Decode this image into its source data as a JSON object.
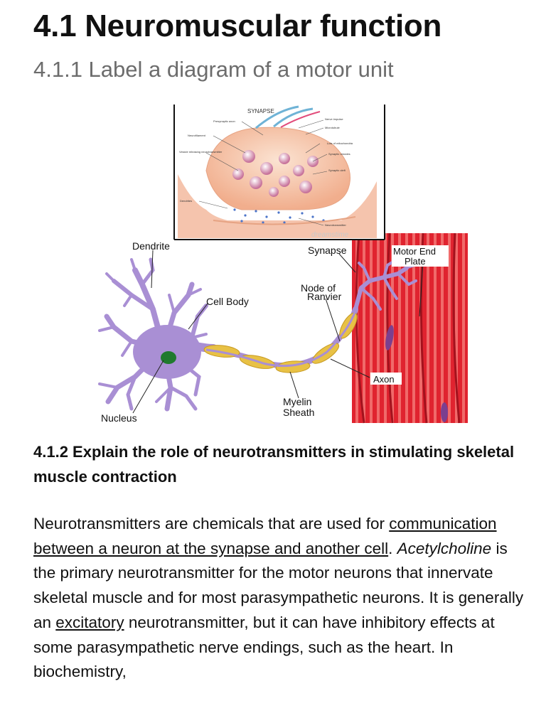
{
  "heading": "4.1 Neuromuscular function",
  "subheading": "4.1.1 Label a diagram of a motor unit",
  "figure": {
    "inset_title": "SYNAPSE",
    "inset_labels": {
      "nerve_impulse": "Nerve impulse",
      "presynaptic_axon": "Presynaptic axon",
      "microtubule": "Microtubule",
      "neurofilament": "Neurofilament",
      "mitochondria": "Lots of mitochondria",
      "vesicle_releasing": "Vesicle releasing neurotransmitter",
      "synaptic_vesicles": "Synaptic vesicles",
      "synaptic_cleft": "Synaptic cleft",
      "dendrites": "Dendrites",
      "neurotransmitter": "Neurotransmitter",
      "watermark": "dreamstime"
    },
    "labels": {
      "dendrite": "Dendrite",
      "cell_body": "Cell Body",
      "nucleus": "Nucleus",
      "synapse": "Synapse",
      "motor_end_plate_1": "Motor End",
      "motor_end_plate_2": "Plate",
      "node_of_ranvier_1": "Node of",
      "node_of_ranvier_2": "Ranvier",
      "axon": "Axon",
      "myelin_sheath_1": "Myelin",
      "myelin_sheath_2": "Sheath"
    }
  },
  "section": {
    "title": "4.1.2 Explain the role of neurotransmitters in stimulating skeletal muscle contraction",
    "p1": "Neurotransmitters are chemicals that are used for ",
    "link1": "communication between a neuron at the synapse and another cell",
    "p2": ". ",
    "term": "Acetylcholine",
    "p3": " is the primary neurotransmitter for the motor neurons that innervate skeletal muscle and for most parasympathetic neurons. It is generally an ",
    "link2": "excitatory",
    "p4": " neurotransmitter, but it can have inhibitory effects at some parasympathetic nerve endings, such as the heart. In biochemistry,"
  },
  "colors": {
    "neuron": "#a98fd4",
    "myelin": "#e8c145",
    "muscle": "#e0232f",
    "nucleus": "#1f7a2e"
  }
}
